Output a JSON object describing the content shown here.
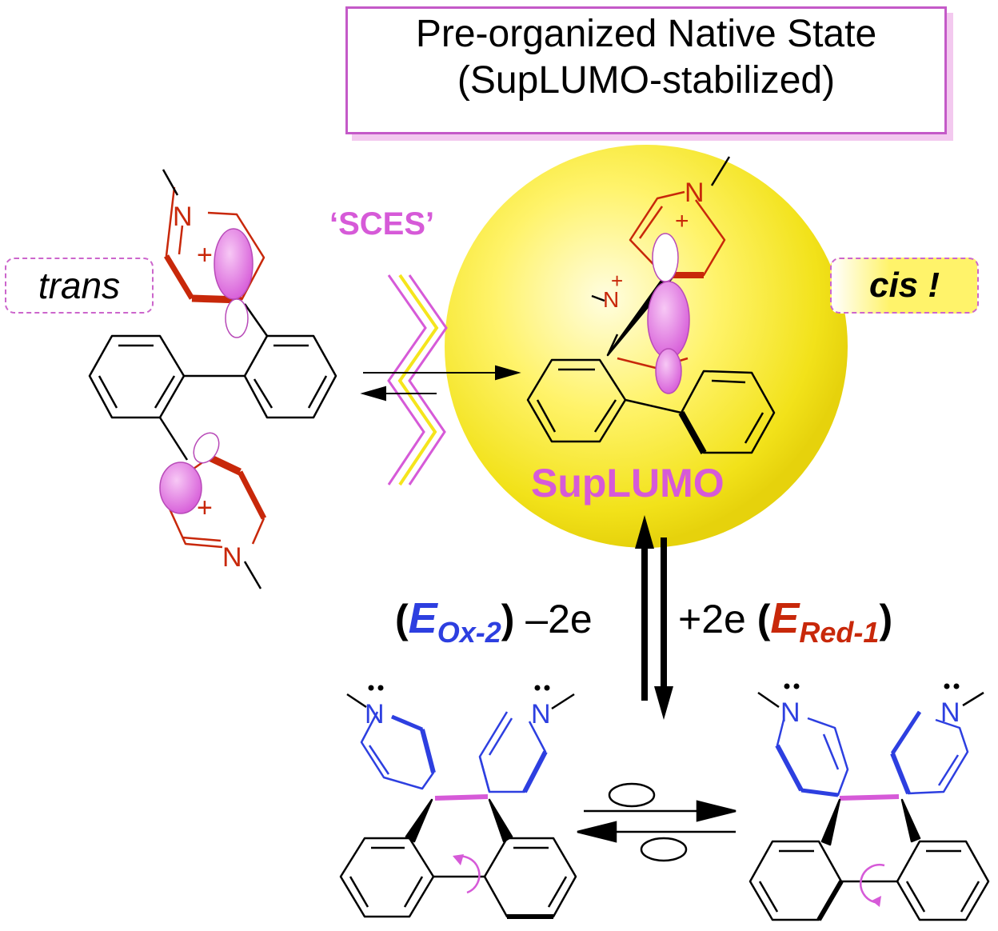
{
  "title": {
    "line1": "Pre-organized Native State",
    "line2": "(SupLUMO-stabilized)"
  },
  "labels": {
    "trans": "trans",
    "cis": "cis !",
    "sces": "‘SCES’",
    "suplumo": "SupLUMO"
  },
  "redox": {
    "ox_open": "(",
    "ox_E": "E",
    "ox_sub": "Ox-2",
    "ox_close": ")",
    "ox_change": " –2e",
    "red_change": "+2e ",
    "red_open": "(",
    "red_E": "E",
    "red_sub": "Red-1",
    "red_close": ")"
  },
  "atoms": {
    "nitrogen": "N",
    "plus": "+"
  },
  "colors": {
    "red_bonds": "#c8280a",
    "blue_bonds": "#2d3fe0",
    "magenta": "#d65ad8",
    "yellow": "#f5e51c",
    "title_border": "#c45ac8"
  }
}
